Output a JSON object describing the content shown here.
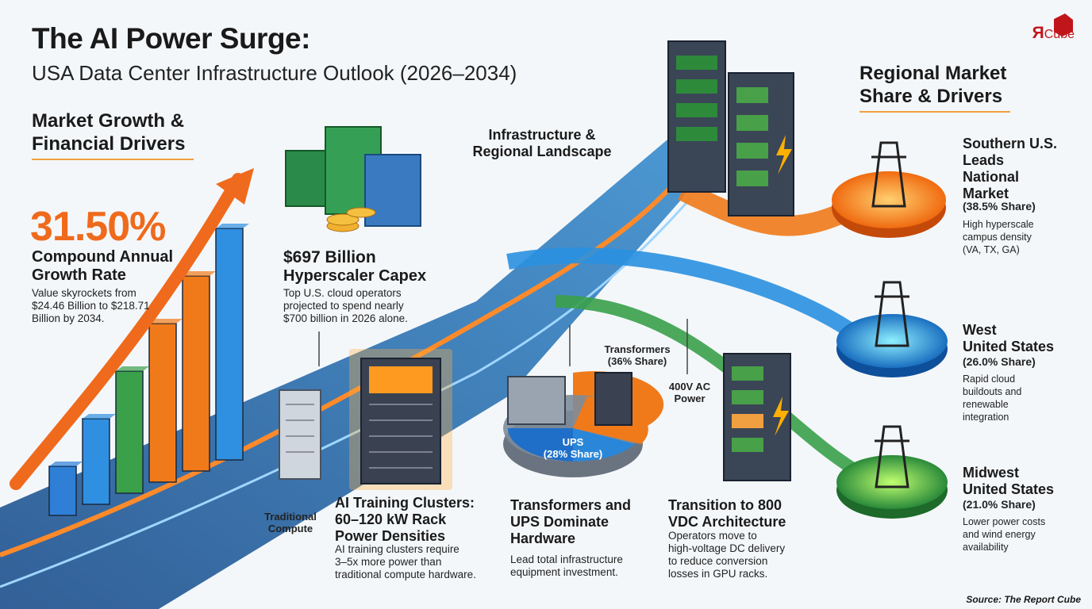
{
  "header": {
    "title": "The AI Power Surge:",
    "subtitle": "USA Data Center Infrastructure Outlook (2026–2034)",
    "logo_r": "Я",
    "logo_text": "Cube"
  },
  "market": {
    "heading_1": "Market Growth &",
    "heading_2": "Financial Drivers",
    "cagr_value": "31.50%",
    "cagr_label_1": "Compound Annual",
    "cagr_label_2": "Growth Rate",
    "desc_1": "Value skyrockets from",
    "desc_2": "$24.46 Billion to $218.71",
    "desc_3": "Billion by 2034."
  },
  "capex": {
    "value": "$697 Billion",
    "label": "Hyperscaler Capex",
    "desc_1": "Top U.S. cloud operators",
    "desc_2": "projected to spend nearly",
    "desc_3": "$700 billion in 2026 alone."
  },
  "infra": {
    "heading_1": "Infrastructure &",
    "heading_2": "Regional Landscape"
  },
  "ai_training": {
    "traditional_1": "Traditional",
    "traditional_2": "Compute",
    "title_1": "AI Training Clusters:",
    "title_2": "60–120 kW Rack",
    "title_3": "Power Densities",
    "desc_1": "AI training clusters require",
    "desc_2": "3–5x more power than",
    "desc_3": "traditional compute hardware."
  },
  "hardware": {
    "transformers_1": "Transformers",
    "transformers_2": "(36% Share)",
    "ups_1": "UPS",
    "ups_2": "(28% Share)",
    "title_1": "Transformers and",
    "title_2": "UPS Dominate",
    "title_3": "Hardware",
    "desc_1": "Lead total infrastructure",
    "desc_2": "equipment investment."
  },
  "vdc": {
    "ac_1": "400V AC",
    "ac_2": "Power",
    "title_1": "Transition to 800",
    "title_2": "VDC Architecture",
    "desc_1": "Operators move to",
    "desc_2": "high-voltage DC delivery",
    "desc_3": "to reduce conversion",
    "desc_4": "losses in GPU racks."
  },
  "regional": {
    "heading_1": "Regional Market",
    "heading_2": "Share & Drivers",
    "south": {
      "l1": "Southern U.S.",
      "l2": "Leads",
      "l3": "National",
      "l4": "Market",
      "share": "(38.5% Share)",
      "d1": "High hyperscale",
      "d2": "campus density",
      "d3": "(VA, TX, GA)"
    },
    "west": {
      "l1": "West",
      "l2": "United States",
      "share": "(26.0% Share)",
      "d1": "Rapid cloud",
      "d2": "buildouts and",
      "d3": "renewable",
      "d4": "integration"
    },
    "midwest": {
      "l1": "Midwest",
      "l2": "United States",
      "share": "(21.0% Share)",
      "d1": "Lower power costs",
      "d2": "and wind energy",
      "d3": "availability"
    }
  },
  "source": "Source: The Report Cube",
  "bars": [
    {
      "value": 1,
      "color": "#2f7fd6"
    },
    {
      "value": 2,
      "color": "#2f8fe0"
    },
    {
      "value": 3,
      "color": "#3aa04a"
    },
    {
      "value": 4,
      "color": "#f07a1a"
    },
    {
      "value": 5,
      "color": "#f07a1a"
    },
    {
      "value": 6,
      "color": "#2f8fe0"
    }
  ],
  "colors": {
    "orange": "#ef6a1c",
    "blue": "#2f7fd6",
    "green": "#3aa04a",
    "accent": "#f0a040"
  }
}
